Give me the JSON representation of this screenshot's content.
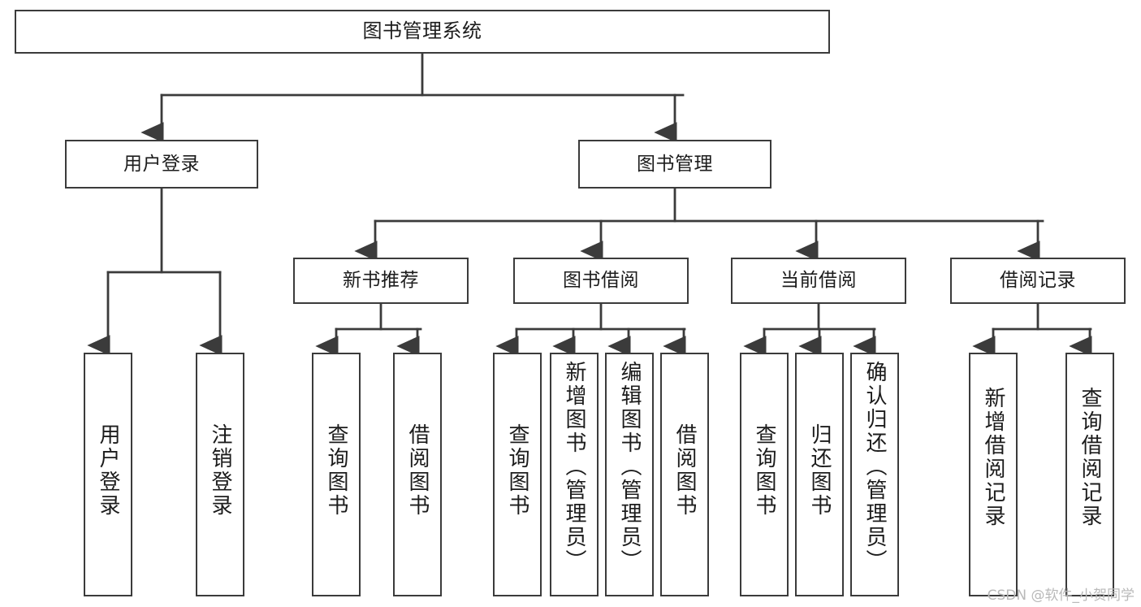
{
  "diagram": {
    "type": "org-tree",
    "title": "图书管理系统",
    "watermark": "CSDN @软件_小贺同学",
    "colors": {
      "background": "#ffffff",
      "border": "#3b3b3b",
      "text": "#1c1c1c",
      "connector": "#3b3b3b",
      "watermark": "#b9b9b9"
    },
    "level1": {
      "label": "图书管理系统"
    },
    "level2": [
      {
        "id": "user-login",
        "label": "用户登录"
      },
      {
        "id": "book-manage",
        "label": "图书管理"
      }
    ],
    "level3": [
      {
        "id": "new-book-rec",
        "label": "新书推荐"
      },
      {
        "id": "book-borrow",
        "label": "图书借阅"
      },
      {
        "id": "current-borrow",
        "label": "当前借阅"
      },
      {
        "id": "borrow-record",
        "label": "借阅记录"
      }
    ],
    "leaves": {
      "user_login": [
        {
          "id": "leaf-user-login",
          "label": "用户登录"
        },
        {
          "id": "leaf-logout-login",
          "label": "注销登录"
        }
      ],
      "new_book_rec": [
        {
          "id": "leaf-query-book-1",
          "label": "查询图书"
        },
        {
          "id": "leaf-borrow-book-1",
          "label": "借阅图书"
        }
      ],
      "book_borrow": [
        {
          "id": "leaf-query-book-2",
          "label": "查询图书"
        },
        {
          "id": "leaf-add-book",
          "label": "新增图书（管理员）"
        },
        {
          "id": "leaf-edit-book",
          "label": "编辑图书（管理员）"
        },
        {
          "id": "leaf-borrow-book-2",
          "label": "借阅图书"
        }
      ],
      "current_borrow": [
        {
          "id": "leaf-query-book-3",
          "label": "查询图书"
        },
        {
          "id": "leaf-return-book",
          "label": "归还图书"
        },
        {
          "id": "leaf-confirm-return",
          "label": "确认归还（管理员）"
        }
      ],
      "borrow_record": [
        {
          "id": "leaf-add-record",
          "label": "新增借阅记录"
        },
        {
          "id": "leaf-query-record",
          "label": "查询借阅记录"
        }
      ]
    }
  }
}
